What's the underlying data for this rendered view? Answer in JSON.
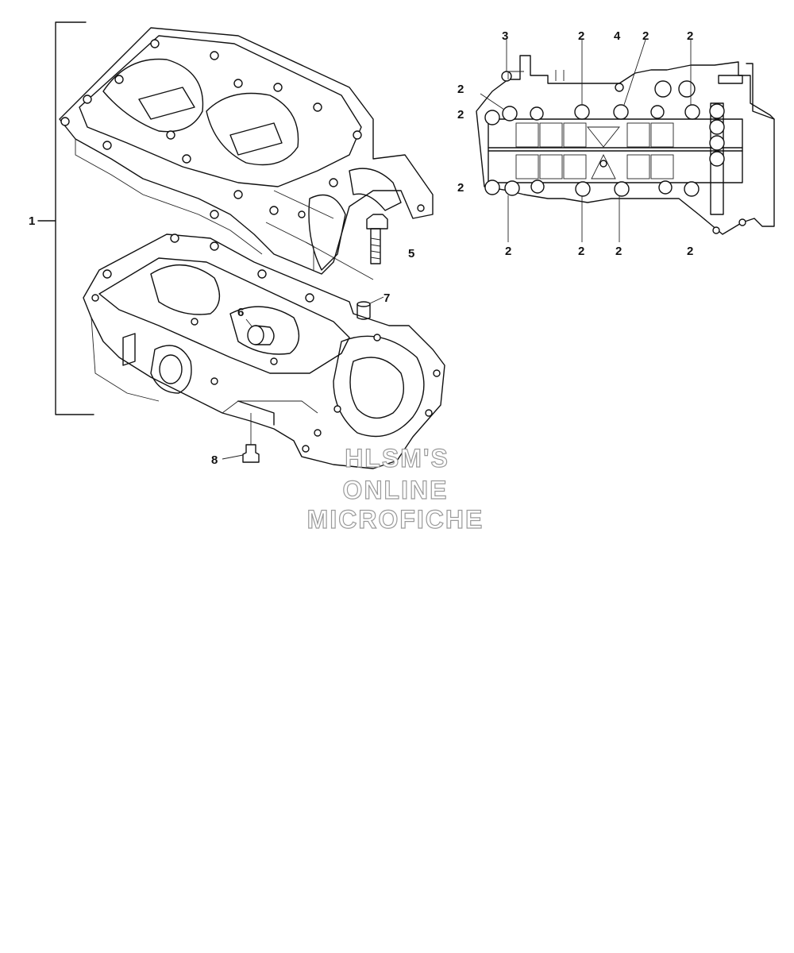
{
  "callouts": {
    "part_1": "1",
    "part_2": "2",
    "part_3": "3",
    "part_4": "4",
    "part_5": "5",
    "part_6": "6",
    "part_7": "7",
    "part_8": "8"
  },
  "watermark": {
    "line1": "HLSM'S",
    "line2": "ONLINE",
    "line3": "MICROFICHE"
  }
}
